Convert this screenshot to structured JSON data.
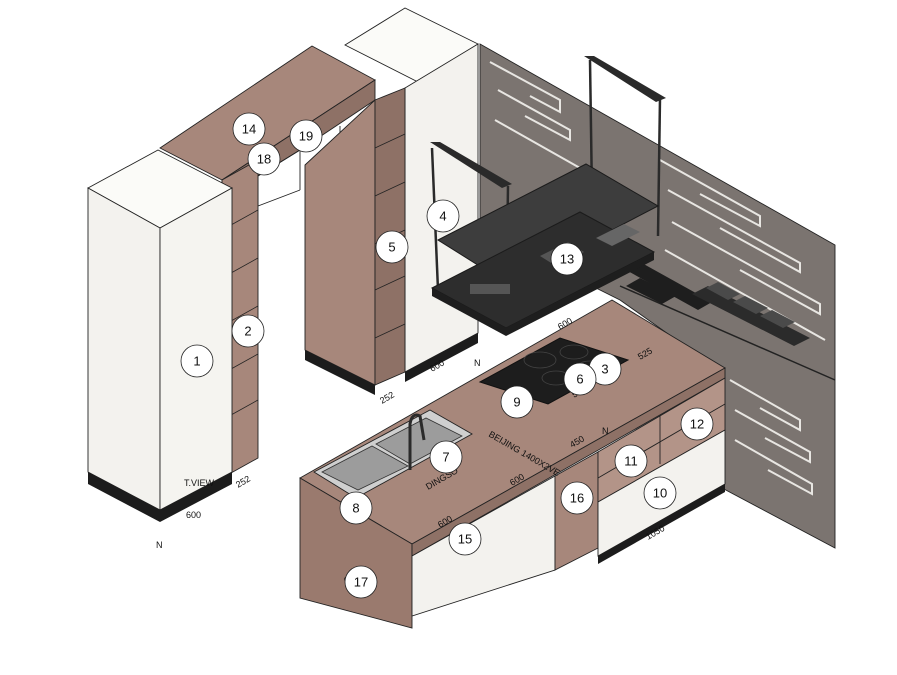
{
  "colors": {
    "cabinet_white": "#f3f2ee",
    "cabinet_top": "#fbfbf8",
    "wood": "#a7877b",
    "wood_dark": "#8e7166",
    "wall_panel": "#7b7470",
    "wall_groove": "#e8e6e2",
    "metal": "#2a2a2a",
    "glass": "#3d3d3d",
    "plinth": "#1c1c1c"
  },
  "callouts": [
    "1",
    "2",
    "3",
    "4",
    "5",
    "6",
    "7",
    "8",
    "9",
    "10",
    "11",
    "12",
    "13",
    "14",
    "15",
    "16",
    "17",
    "18",
    "19"
  ],
  "dimensions": {
    "tall_left_width": "600",
    "tall_left_depth": "252",
    "tall_left_north": "N",
    "tall_right_width": "600",
    "tall_right_depth": "252",
    "tall_right_north": "N",
    "island_length_1": "600",
    "island_length_2": "600",
    "island_length_3": "600",
    "island_right": "1050",
    "hob_1": "525",
    "hob_2": "525",
    "island_mid": "450",
    "island_n": "N",
    "island_side": "600",
    "view_label": "T.VIEW",
    "hob_brand": "BEIJING 1400X2VE",
    "sink_brand": "DINGSO"
  }
}
